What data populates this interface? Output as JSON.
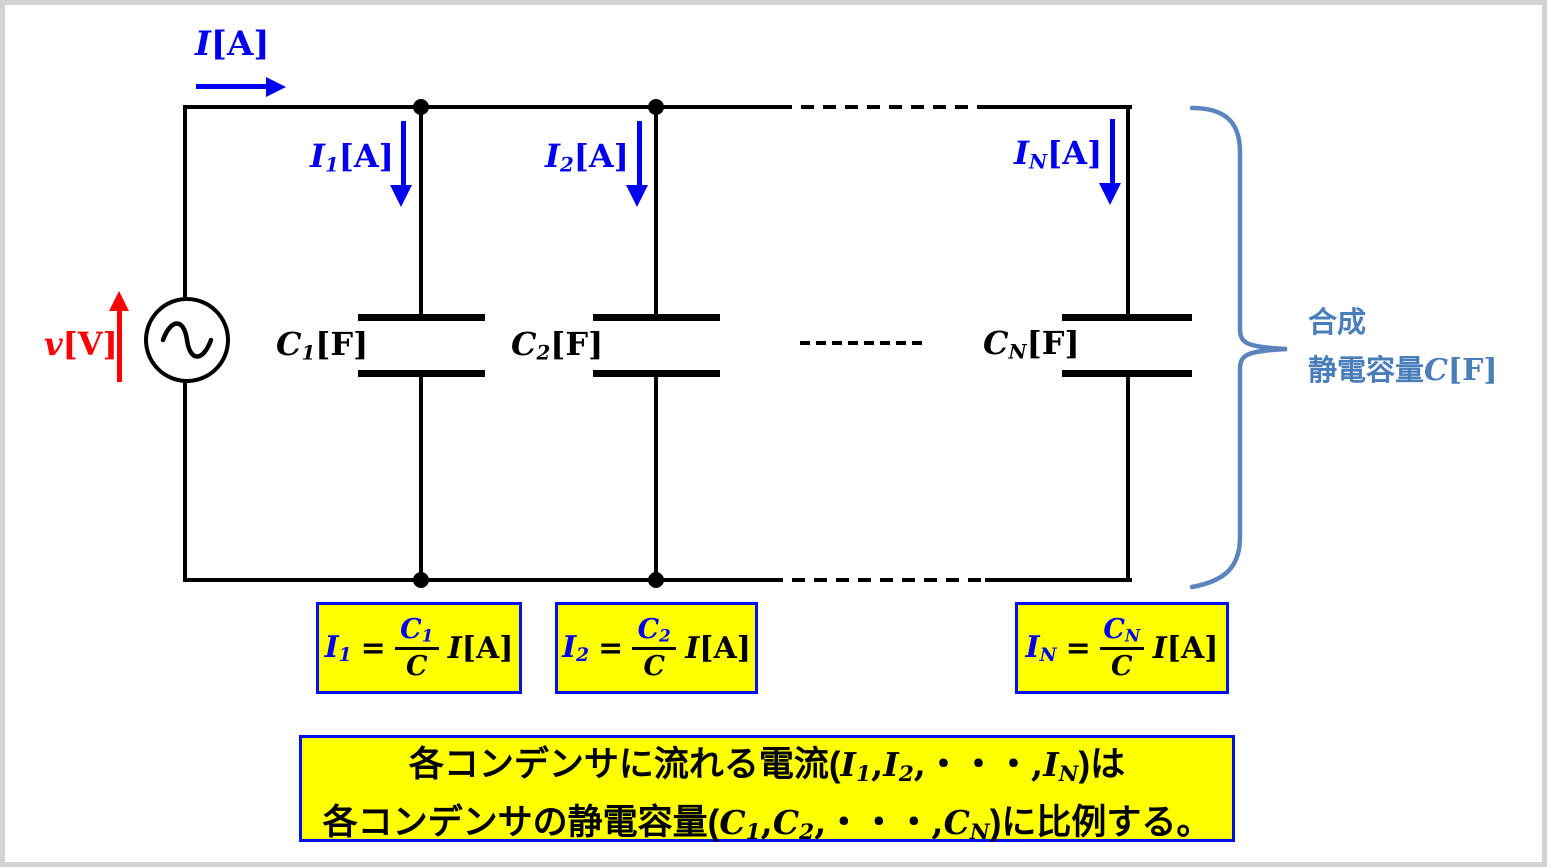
{
  "diagram_title": "parallel-capacitors-current-division",
  "colors": {
    "wire": "#000000",
    "current_blue": "#0000f0",
    "source_red": "#ff0000",
    "brace_blue": "#5b84bd",
    "caption_blue": "#4a7ebb",
    "highlight_fill": "#ffff00",
    "highlight_border": "#0011ee",
    "frame_gray": "#d3d3d3"
  },
  "circuit": {
    "total_current": {
      "sym": "I",
      "unit": "[A]"
    },
    "source": {
      "sym": "v",
      "unit": "[V]"
    },
    "branch_currents": [
      {
        "sym": "I",
        "sub": "1",
        "unit": "[A]"
      },
      {
        "sym": "I",
        "sub": "2",
        "unit": "[A]"
      },
      {
        "sym": "I",
        "sub": "N",
        "unit": "[A]"
      }
    ],
    "capacitors": [
      {
        "sym": "C",
        "sub": "1",
        "unit": "[F]"
      },
      {
        "sym": "C",
        "sub": "2",
        "unit": "[F]"
      },
      {
        "sym": "C",
        "sub": "N",
        "unit": "[F]"
      }
    ]
  },
  "brace_label": {
    "line1": "合成",
    "line2_text": "静電容量",
    "line2_sym": "C",
    "line2_unit": "[F]"
  },
  "formulas": [
    {
      "lhs_sym": "I",
      "lhs_sub": "1",
      "eq": "=",
      "num_sym": "C",
      "num_sub": "1",
      "den_sym": "C",
      "mult_sym": "I",
      "mult_unit": "[A]"
    },
    {
      "lhs_sym": "I",
      "lhs_sub": "2",
      "eq": "=",
      "num_sym": "C",
      "num_sub": "2",
      "den_sym": "C",
      "mult_sym": "I",
      "mult_unit": "[A]"
    },
    {
      "lhs_sym": "I",
      "lhs_sub": "N",
      "eq": "=",
      "num_sym": "C",
      "num_sub": "N",
      "den_sym": "C",
      "mult_sym": "I",
      "mult_unit": "[A]"
    }
  ],
  "conclusion": {
    "line1": {
      "jp_open": "各コンデンサに流れる電流(",
      "v1_sym": "I",
      "v1_sub": "1",
      "sep1": ",",
      "v2_sym": "I",
      "v2_sub": "2",
      "sep2": ",",
      "dots": "・・・",
      "sep3": ",",
      "v3_sym": "I",
      "v3_sub": "N",
      "jp_close": ")は"
    },
    "line2": {
      "jp_open": "各コンデンサの静電容量(",
      "v1_sym": "C",
      "v1_sub": "1",
      "sep1": ",",
      "v2_sym": "C",
      "v2_sub": "2",
      "sep2": ",",
      "dots": "・・・",
      "sep3": ",",
      "v3_sym": "C",
      "v3_sub": "N",
      "jp_close": ")に比例する。"
    }
  }
}
